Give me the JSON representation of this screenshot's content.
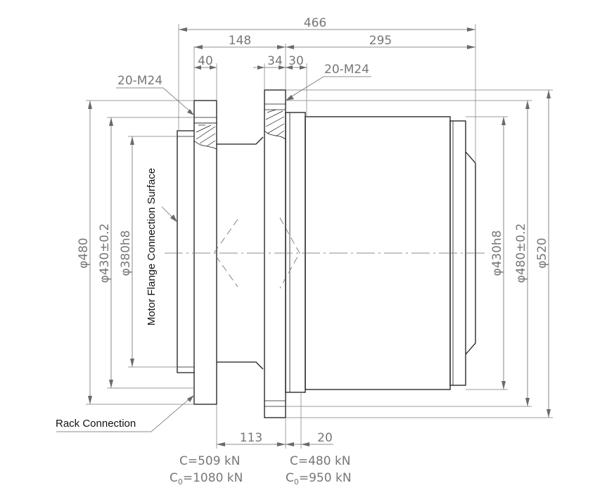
{
  "dimensions": {
    "overall_length": "466",
    "left_section": "148",
    "right_section": "295",
    "left_flange_width": "40",
    "mid_flange_width": "34",
    "mid_offset": "30",
    "bottom_left": "113",
    "bottom_right": "20"
  },
  "bolt_callouts": {
    "left": "20-M24",
    "right": "20-M24"
  },
  "diameters": {
    "left_outer": "φ480",
    "left_pitch": "φ430±0.2",
    "left_pilot": "φ380h8",
    "right_body": "φ430h8",
    "right_pitch": "φ480±0.2",
    "right_outer": "φ520"
  },
  "notes": {
    "motor_flange": "Motor Flange Connection Surface",
    "rack_connection": "Rack Connection"
  },
  "loads": {
    "left_c": "C=509 kN",
    "left_c0_prefix": "C",
    "left_c0_sub": "0",
    "left_c0_value": "=1080 kN",
    "right_c": "C=480 kN",
    "right_c0_prefix": "C",
    "right_c0_sub": "0",
    "right_c0_value": "=950 kN"
  }
}
